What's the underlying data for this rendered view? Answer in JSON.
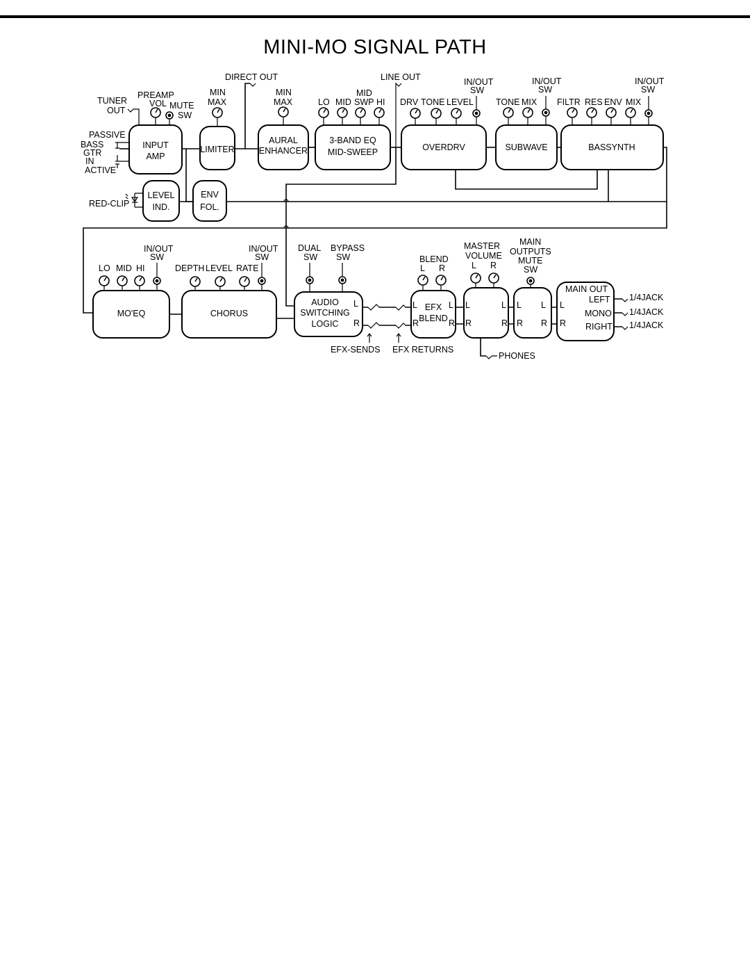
{
  "title": "MINI-MO SIGNAL PATH",
  "labels": {
    "tuner": "TUNER",
    "tuner_out": "OUT",
    "preamp": "PREAMP",
    "vol": "VOL",
    "mute": "MUTE",
    "sw": "SW",
    "passive": "PASSIVE",
    "bass": "BASS",
    "gtr": "GTR",
    "in": "IN",
    "active": "ACTIVE",
    "input": "INPUT",
    "amp": "AMP",
    "min": "MIN",
    "max": "MAX",
    "limiter": "LIMITER",
    "direct_out": "DIRECT OUT",
    "aural": "AURAL",
    "enhancer": "ENHANCER",
    "lo": "LO",
    "mid": "MID",
    "swp": "SWP",
    "hi": "HI",
    "eq_3band": "3-BAND EQ",
    "mid_sweep": "MID-SWEEP",
    "line_out": "LINE OUT",
    "drv": "DRV",
    "tone": "TONE",
    "level": "LEVEL",
    "in_out": "IN/OUT",
    "overdrv": "OVERDRV",
    "mix": "MIX",
    "subwave": "SUBWAVE",
    "filtr": "FILTR",
    "res": "RES",
    "env": "ENV",
    "bassynth": "BASSYNTH",
    "red_clip": "RED-CLIP",
    "level_box": "LEVEL",
    "ind": "IND.",
    "env_box": "ENV",
    "fol": "FOL.",
    "moeq": "MO'EQ",
    "depth": "DEPTH",
    "rate": "RATE",
    "chorus": "CHORUS",
    "dual": "DUAL",
    "bypass": "BYPASS",
    "audio": "AUDIO",
    "switching": "SWITCHING",
    "logic": "LOGIC",
    "L": "L",
    "R": "R",
    "blend": "BLEND",
    "efx": "EFX",
    "efx_blend": "BLEND",
    "master": "MASTER",
    "volume": "VOLUME",
    "main": "MAIN",
    "outputs": "OUTPUTS",
    "mute2": "MUTE",
    "main_out": "MAIN OUT",
    "left": "LEFT",
    "mono": "MONO",
    "right": "RIGHT",
    "jack": "1/4JACK",
    "efx_sends": "EFX-SENDS",
    "efx_returns": "EFX RETURNS",
    "phones": "PHONES"
  }
}
